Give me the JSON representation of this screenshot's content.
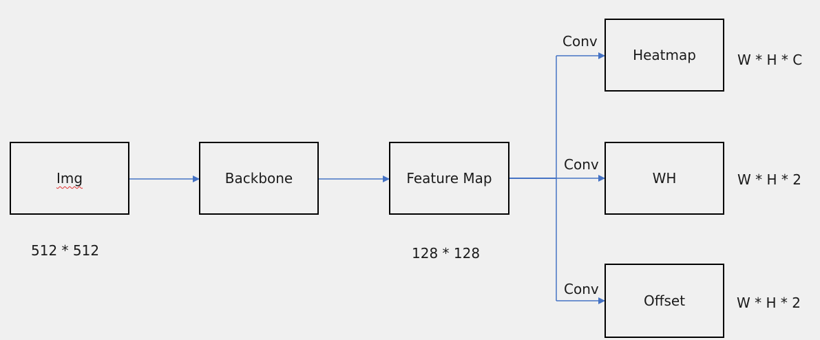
{
  "colors": {
    "arrow": "#4472c4",
    "box_border": "#000000",
    "background": "#f0f0f0",
    "spellcheck_underline": "#e03030"
  },
  "nodes": {
    "img": "Img",
    "backbone": "Backbone",
    "feature_map": "Feature Map",
    "heatmap": "Heatmap",
    "wh": "WH",
    "offset": "Offset"
  },
  "edge_labels": {
    "conv_heatmap": "Conv",
    "conv_wh": "Conv",
    "conv_offset": "Conv"
  },
  "dimensions": {
    "img": "512 * 512",
    "feature_map": "128 * 128",
    "heatmap": "W * H * C",
    "wh": "W * H * 2",
    "offset": "W * H * 2"
  }
}
